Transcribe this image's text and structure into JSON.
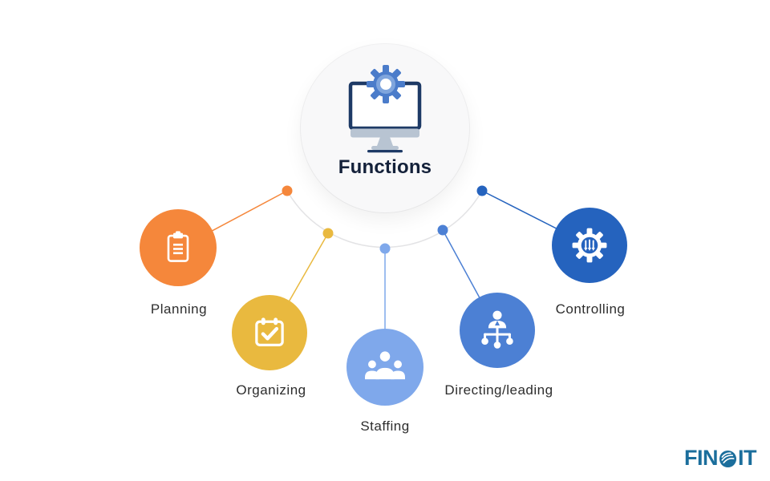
{
  "center": {
    "title": "Functions",
    "icon": "monitor-gear-icon"
  },
  "nodes": [
    {
      "label": "Planning",
      "icon": "clipboard-icon",
      "color": "#F5873B"
    },
    {
      "label": "Organizing",
      "icon": "calendar-check-icon",
      "color": "#E9B93F"
    },
    {
      "label": "Staffing",
      "icon": "team-icon",
      "color": "#7FA8EB"
    },
    {
      "label": "Directing/leading",
      "icon": "delegation-icon",
      "color": "#4C80D4"
    },
    {
      "label": "Controlling",
      "icon": "gear-sliders-icon",
      "color": "#2563BE"
    }
  ],
  "logo": {
    "text": "FINOIT",
    "prefix": "FIN",
    "suffix": "IT",
    "color": "#1B6E9C"
  },
  "palette": {
    "arc": "#E3E3E5",
    "center_bg": "#F8F8F9",
    "title_text": "#14213A",
    "label_text": "#2D2D2D",
    "monitor_navy": "#1E3A66",
    "monitor_gray": "#B8C4D2",
    "gear_blue": "#4B7CCA",
    "gear_light_blue": "#7FA5DD"
  }
}
